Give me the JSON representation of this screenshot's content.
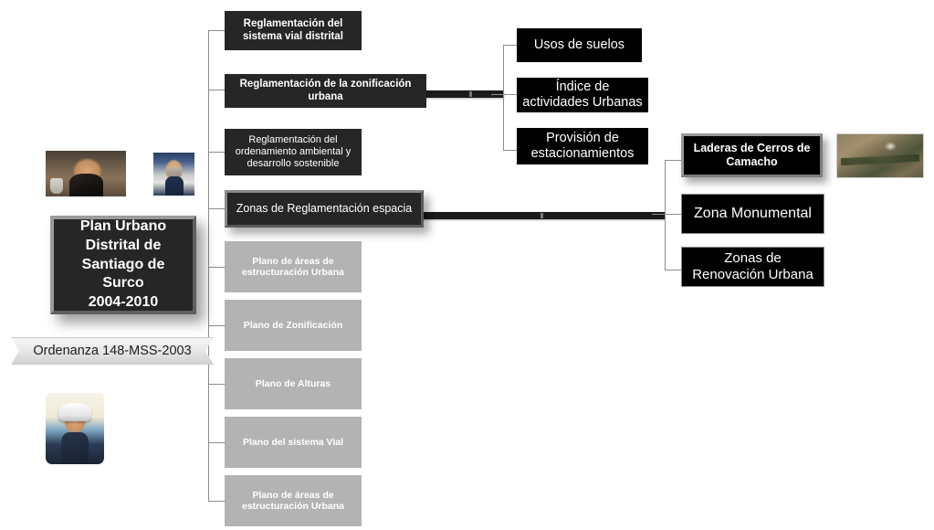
{
  "diagram": {
    "title": "Plan Urbano Distrital de Santiago de Surco 2004-2010",
    "root": {
      "label": "Plan Urbano\nDistrital de\nSantiago de Surco\n2004-2010"
    },
    "ordinance": {
      "label": "Ordenanza 148-MSS-2003"
    },
    "level2": [
      {
        "label": "Reglamentación del sistema vial distrital",
        "style": "dark"
      },
      {
        "label": "Reglamentación de la zonificación urbana",
        "style": "dark"
      },
      {
        "label": "Reglamentación del ordenamiento ambiental y desarrollo sostenible",
        "style": "dark"
      },
      {
        "label": "Zonas de Reglamentación espacia",
        "style": "dark-bevel"
      },
      {
        "label": "Plano de áreas de estructuración Urbana",
        "style": "gray"
      },
      {
        "label": "Plano de Zonificación",
        "style": "gray"
      },
      {
        "label": "Plano de Alturas",
        "style": "gray"
      },
      {
        "label": "Plano del sistema Vial",
        "style": "gray"
      },
      {
        "label": "Plano de áreas de estructuración Urbana",
        "style": "gray"
      }
    ],
    "zonificacion_children": [
      {
        "label": "Usos de suelos"
      },
      {
        "label": "Índice de actividades Urbanas"
      },
      {
        "label": "Provisión de estacionamientos"
      }
    ],
    "zonas_children": [
      {
        "label": "Laderas de Cerros de Camacho",
        "style": "black-bevel"
      },
      {
        "label": "Zona  Monumental",
        "style": "black"
      },
      {
        "label": "Zonas de Renovación Urbana",
        "style": "black"
      }
    ],
    "images": [
      {
        "name": "photo-mayor",
        "caption": ""
      },
      {
        "name": "photo-bearded",
        "caption": ""
      },
      {
        "name": "photo-engineer",
        "caption": ""
      },
      {
        "name": "photo-satellite",
        "caption": ""
      }
    ],
    "colors": {
      "dark_box": "#262626",
      "gray_box": "#b3b3b3",
      "black_box": "#000000",
      "connector": "#8d8d8d",
      "thick_connector": "#1a1a1a",
      "text_light": "#ffffff",
      "text_dark": "#1d1d1d",
      "background": "#ffffff"
    }
  }
}
